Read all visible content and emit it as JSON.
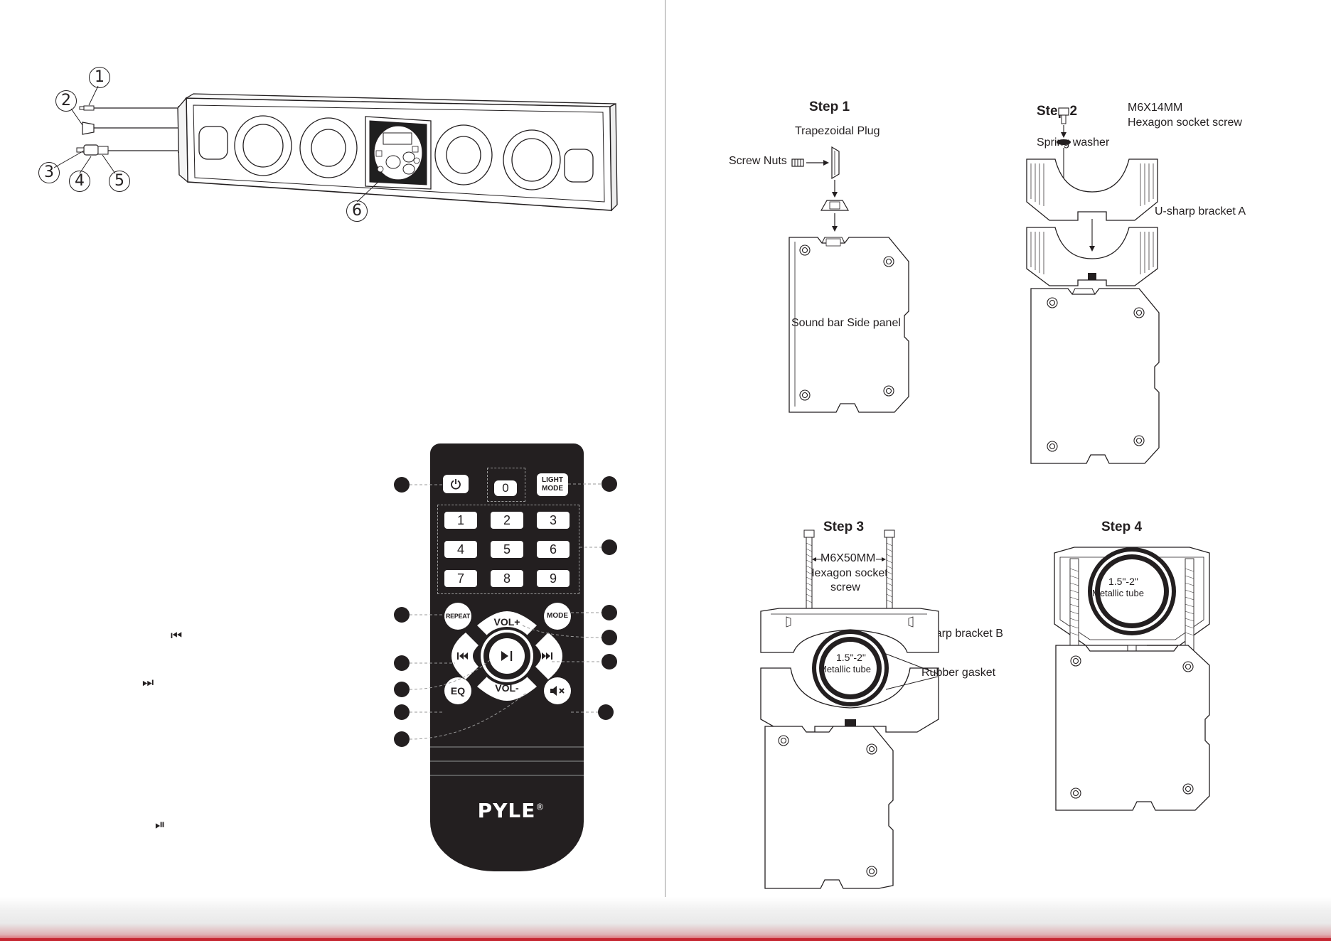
{
  "soundbar": {
    "callouts": [
      "1",
      "2",
      "3",
      "4",
      "5",
      "6"
    ]
  },
  "remote": {
    "buttons": {
      "zero": "0",
      "light_mode_line1": "LIGHT",
      "light_mode_line2": "MODE",
      "digits": [
        "1",
        "2",
        "3",
        "4",
        "5",
        "6",
        "7",
        "8",
        "9"
      ],
      "repeat": "REPEAT",
      "mode": "MODE",
      "vol_up": "VOL+",
      "vol_down": "VOL-",
      "eq": "EQ"
    },
    "brand": "PYLE",
    "registered_mark": "®"
  },
  "side_icons": {
    "prev": "⏮",
    "next": "⏭",
    "play_pause": "⏯"
  },
  "steps": {
    "step1": {
      "title": "Step 1",
      "trapezoidal_plug": "Trapezoidal Plug",
      "screw_nuts": "Screw Nuts",
      "side_panel": "Sound bar Side panel"
    },
    "step2": {
      "title": "Step 2",
      "screw_line1": "M6X14MM",
      "screw_line2": "Hexagon socket screw",
      "spring_washer": "Spring washer",
      "bracket_a": "U-sharp bracket A"
    },
    "step3": {
      "title": "Step 3",
      "screw_line1": "M6X50MM",
      "screw_line2": "Hexagon socket",
      "screw_line3": "screw",
      "bracket_b": "U-sharp bracket B",
      "tube_line1": "1.5\"-2\"",
      "tube_line2": "Metallic tube",
      "rubber_gasket": "Rubber gasket"
    },
    "step4": {
      "title": "Step 4",
      "tube_line1": "1.5\"-2\"",
      "tube_line2": "Metallic tube"
    }
  }
}
